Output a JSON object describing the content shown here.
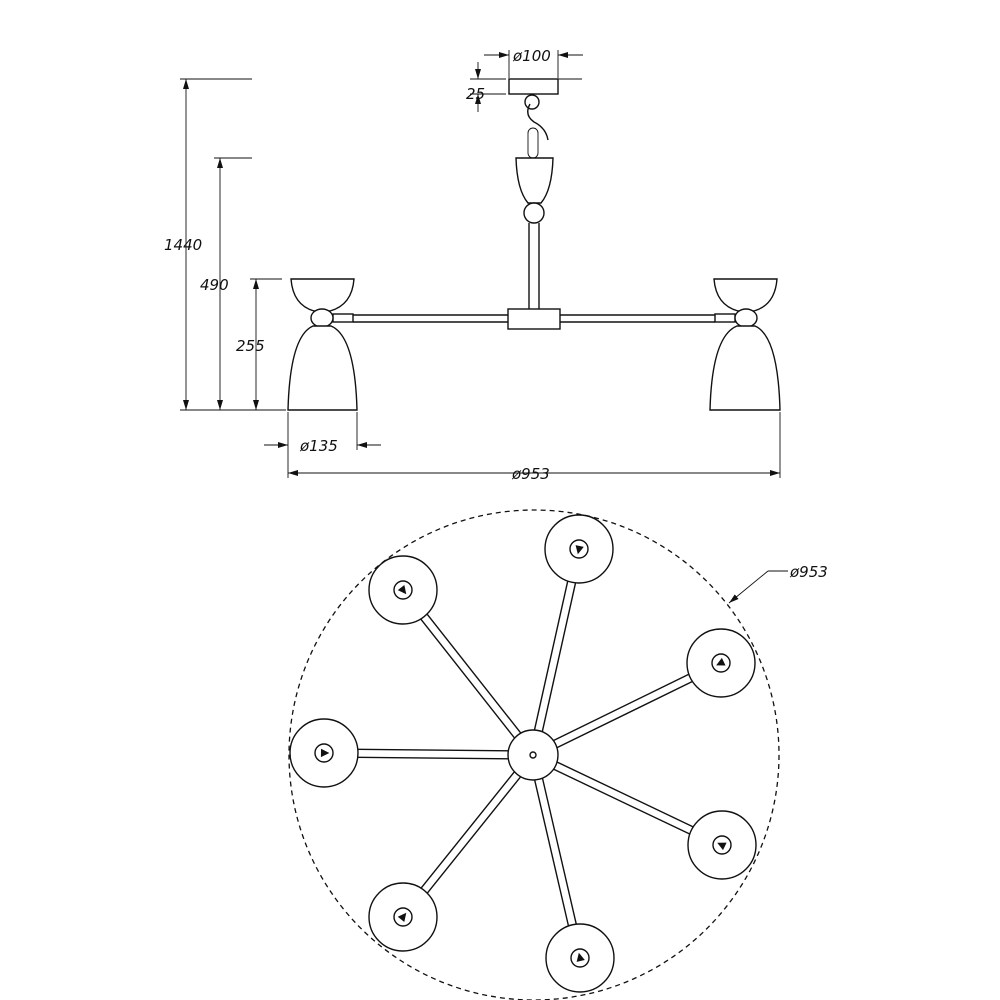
{
  "dimensions": {
    "total_height": "1440",
    "body_height": "490",
    "shade_height": "255",
    "canopy_diameter": "ø100",
    "canopy_height": "25",
    "shade_diameter": "ø135",
    "span_diameter": "ø953",
    "plan_diameter": "ø953"
  },
  "colors": {
    "line": "#111111",
    "background": "#ffffff"
  },
  "plan_view": {
    "arm_count": 7
  }
}
